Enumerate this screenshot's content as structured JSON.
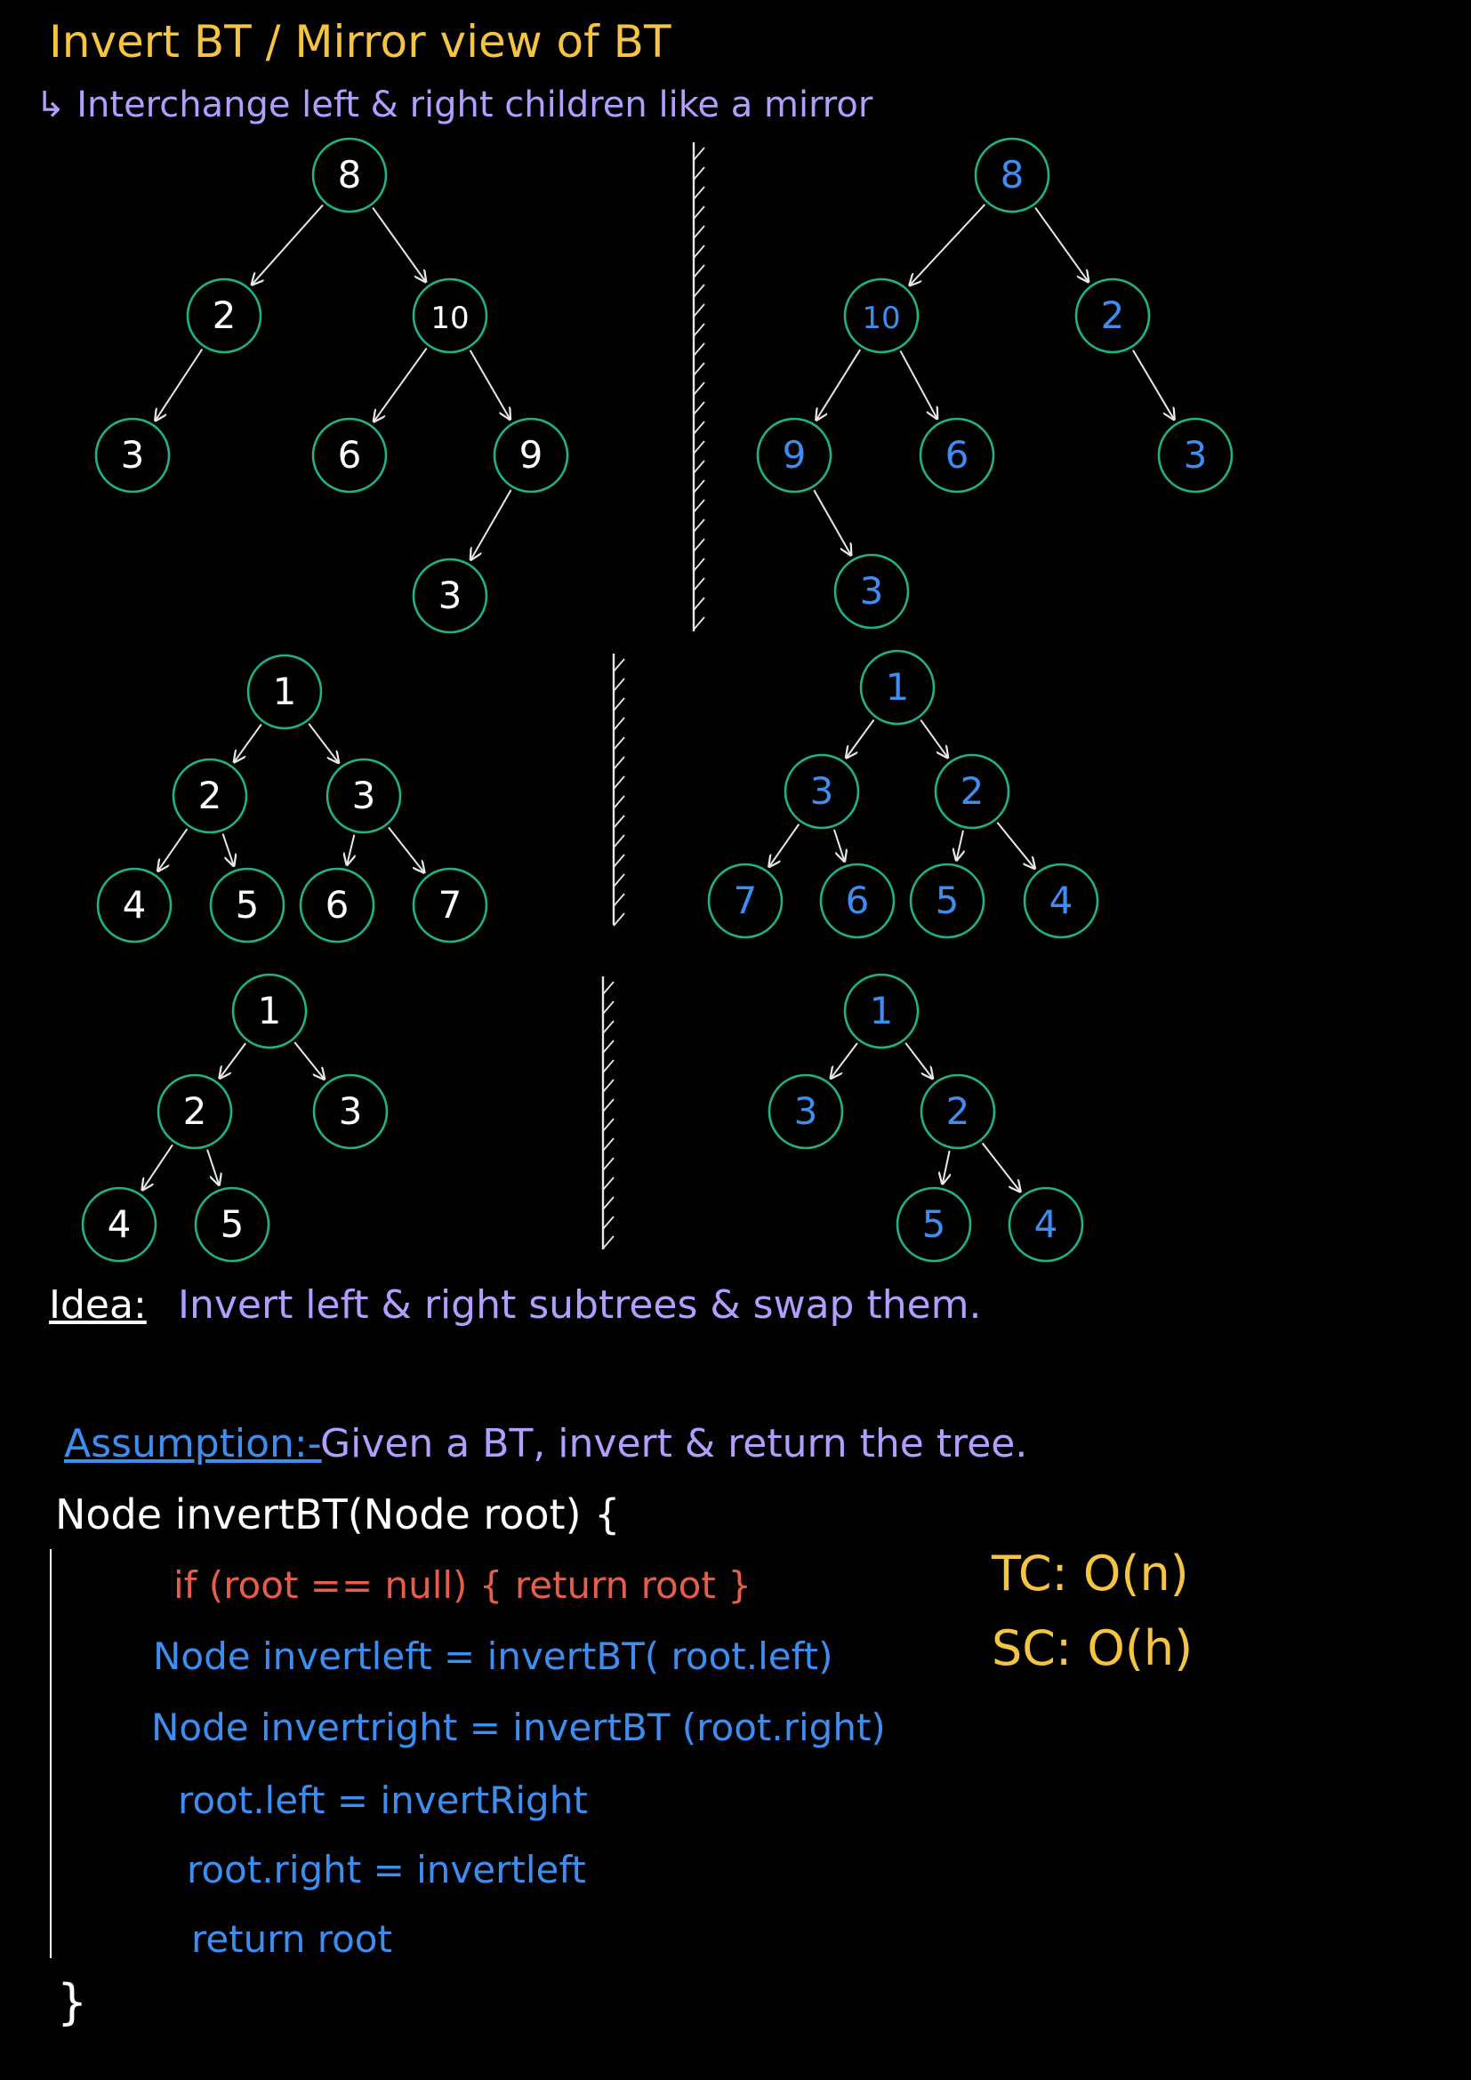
{
  "title": "Invert BT / Mirror view of BT",
  "subtitle": "↳ Interchange left & right children like a mirror",
  "colors": {
    "background": "#000000",
    "title": "#f5c542",
    "note": "#b39dff",
    "node_stroke": "#20b08a",
    "original_text": "#ffffff",
    "mirror_text": "#3d8ef0",
    "code_white": "#ffffff",
    "code_red": "#e85c4a",
    "code_blue": "#3d8ef0",
    "complexity": "#f5c542"
  },
  "examples": [
    {
      "original": {
        "root": "8",
        "nodes": [
          "8",
          "2",
          "10",
          "3",
          "6",
          "9",
          "3"
        ]
      },
      "mirror": {
        "root": "8",
        "nodes": [
          "8",
          "10",
          "2",
          "9",
          "6",
          "3",
          "3"
        ]
      }
    },
    {
      "original": {
        "root": "1",
        "nodes": [
          "1",
          "2",
          "3",
          "4",
          "5",
          "6",
          "7"
        ]
      },
      "mirror": {
        "root": "1",
        "nodes": [
          "1",
          "3",
          "2",
          "7",
          "6",
          "5",
          "4"
        ]
      }
    },
    {
      "original": {
        "root": "1",
        "nodes": [
          "1",
          "2",
          "3",
          "4",
          "5"
        ]
      },
      "mirror": {
        "root": "1",
        "nodes": [
          "1",
          "3",
          "2",
          "5",
          "4"
        ]
      }
    }
  ],
  "idea": {
    "label": "Idea:",
    "text": "Invert left & right subtrees & swap them."
  },
  "assumption": {
    "label": "Assumption:-",
    "text": "Given a BT, invert & return the tree."
  },
  "code": {
    "signature": "Node invertBT(Node root) {",
    "base_case": "if (root == null) { return root }",
    "line1": "Node invertleft = invertBT( root.left)",
    "line2": "Node invertright = invertBT (root.right)",
    "line3": "root.left = invertRight",
    "line4": "root.right = invertleft",
    "line5": "return root",
    "close": "}"
  },
  "complexity": {
    "tc": "TC: O(n)",
    "sc": "SC: O(h)"
  }
}
